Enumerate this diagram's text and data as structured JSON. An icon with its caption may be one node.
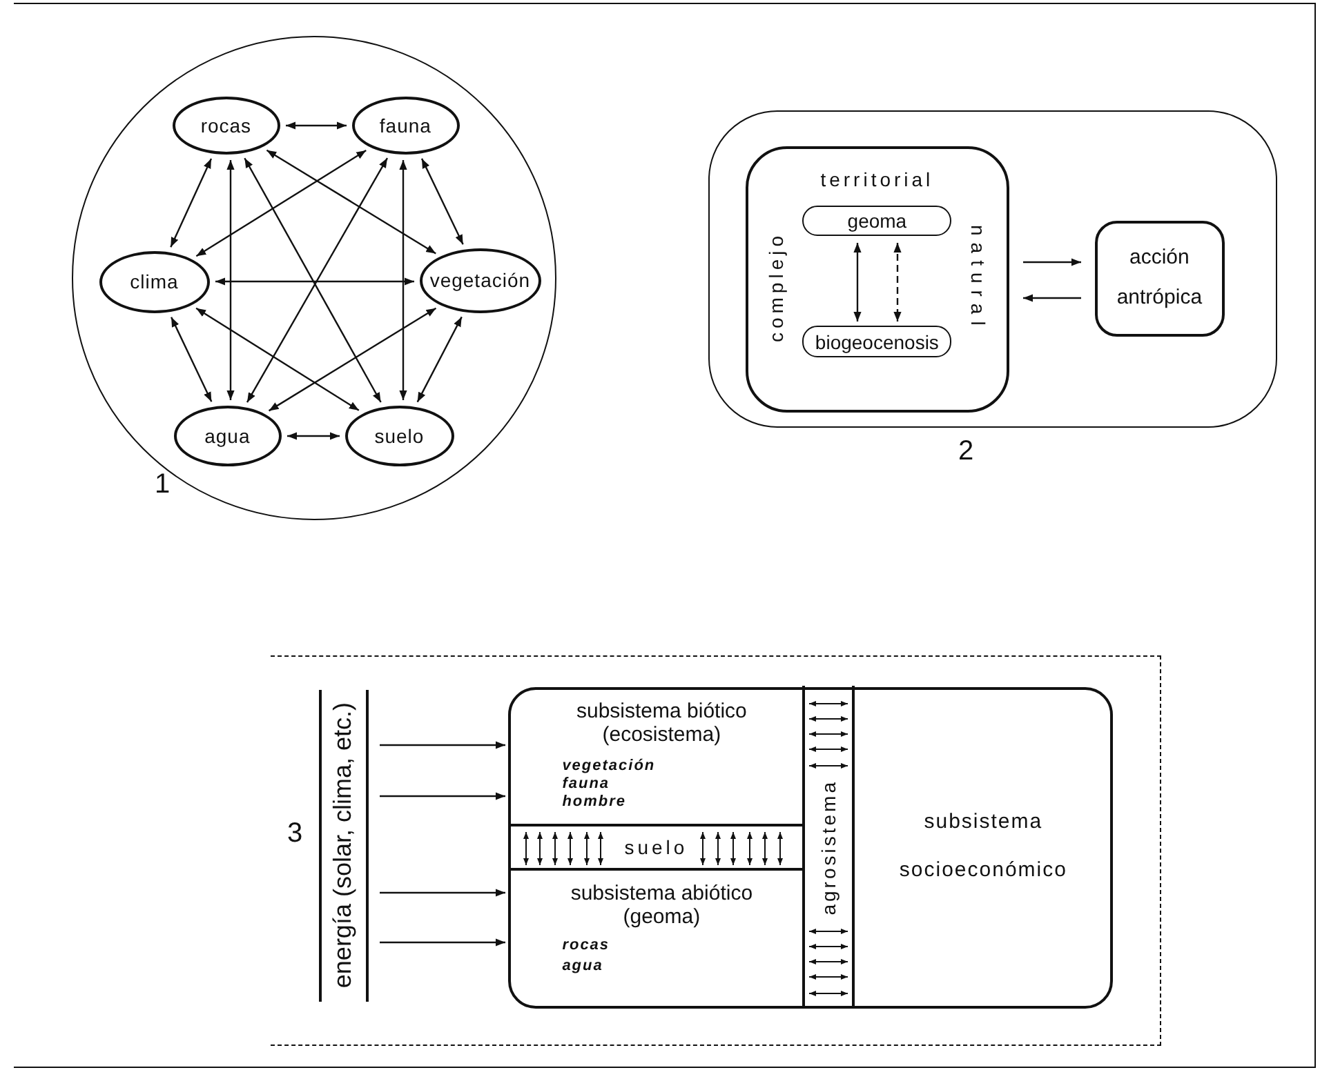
{
  "diagram": {
    "nodes": [
      {
        "text": [],
        "shape": "circle"
      },
      {
        "text": [
          "rocas"
        ],
        "in": 0
      },
      {
        "text": [
          "fauna"
        ],
        "in": 0
      },
      {
        "text": [
          "clima"
        ],
        "in": 0
      },
      {
        "text": [
          "vegetación"
        ],
        "in": 0
      },
      {
        "text": [
          "agua"
        ],
        "in": 0
      },
      {
        "text": [
          "suelo"
        ],
        "in": 0
      },
      {
        "text": [],
        "shape": "box"
      },
      {
        "text": [
          "territorial",
          "complejo",
          "natural"
        ],
        "in": 7
      },
      {
        "text": [
          "geoma"
        ],
        "in": 8
      },
      {
        "text": [
          "biogeocenosis"
        ],
        "in": 8
      },
      {
        "text": [
          "acción antrópica"
        ],
        "in": 7
      },
      {
        "text": [],
        "shape": "box"
      },
      {
        "text": [
          "energía (solar, clima, etc.)"
        ],
        "in": 12
      },
      {
        "text": [],
        "shape": "box",
        "in": 12
      },
      {
        "text": [
          "subsistema biótico (ecosistema)",
          "vegetación",
          "fauna",
          "hombre"
        ],
        "in": 14
      },
      {
        "text": [
          "suelo"
        ],
        "in": 14
      },
      {
        "text": [
          "subsistema abiótico (geoma)",
          "rocas",
          "agua"
        ],
        "in": 14
      },
      {
        "text": [
          "agrosistema"
        ],
        "in": 14
      },
      {
        "text": [
          "subsistema socioeconómico"
        ],
        "in": 14
      }
    ],
    "edges": [
      {
        "from": 1,
        "to": 2,
        "arrow": "both"
      },
      {
        "from": 1,
        "to": 3,
        "arrow": "both"
      },
      {
        "from": 1,
        "to": 5,
        "arrow": "both"
      },
      {
        "from": 1,
        "to": 6,
        "arrow": "both"
      },
      {
        "from": 1,
        "to": 4,
        "arrow": "both"
      },
      {
        "from": 2,
        "to": 3,
        "arrow": "both"
      },
      {
        "from": 2,
        "to": 5,
        "arrow": "both"
      },
      {
        "from": 2,
        "to": 6,
        "arrow": "both"
      },
      {
        "from": 2,
        "to": 4,
        "arrow": "both"
      },
      {
        "from": 3,
        "to": 4,
        "arrow": "both"
      },
      {
        "from": 3,
        "to": 5,
        "arrow": "both"
      },
      {
        "from": 3,
        "to": 6,
        "arrow": "both"
      },
      {
        "from": 4,
        "to": 5,
        "arrow": "both"
      },
      {
        "from": 4,
        "to": 6,
        "arrow": "both"
      },
      {
        "from": 5,
        "to": 6,
        "arrow": "both"
      },
      {
        "from": 9,
        "to": 10,
        "arrow": "both"
      },
      {
        "from": 9,
        "to": 10,
        "arrow": "both",
        "style": "dashed"
      },
      {
        "from": 8,
        "to": 11,
        "arrow": "to"
      },
      {
        "from": 11,
        "to": 8,
        "arrow": "to"
      },
      {
        "from": 13,
        "to": 14,
        "arrow": "to"
      },
      {
        "from": 13,
        "to": 14,
        "arrow": "to"
      },
      {
        "from": 13,
        "to": 14,
        "arrow": "to"
      },
      {
        "from": 13,
        "to": 14,
        "arrow": "to"
      }
    ],
    "labels": [
      "1",
      "2",
      "3"
    ]
  }
}
